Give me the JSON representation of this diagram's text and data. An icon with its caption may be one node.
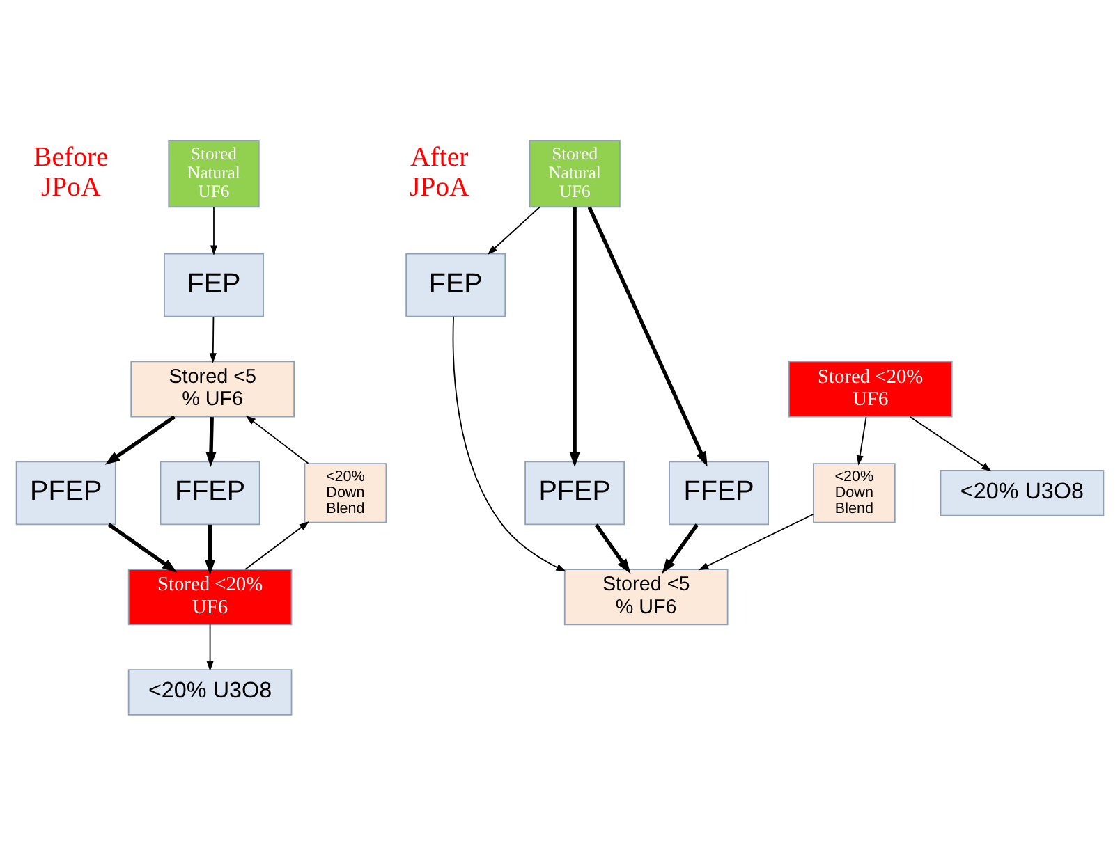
{
  "diagram": {
    "nodes": [
      {
        "text": [
          "Stored Natural UF6"
        ]
      },
      {
        "text": [
          "FEP"
        ]
      },
      {
        "text": [
          "Stored <5 % UF6"
        ]
      },
      {
        "text": [
          "PFEP"
        ]
      },
      {
        "text": [
          "FFEP"
        ]
      },
      {
        "text": [
          "<20% Down Blend"
        ]
      },
      {
        "text": [
          "Stored <20% UF6"
        ]
      },
      {
        "text": [
          "<20% U3O8"
        ]
      },
      {
        "text": [
          "Stored Natural UF6"
        ]
      },
      {
        "text": [
          "FEP"
        ]
      },
      {
        "text": [
          "Stored <5 % UF6"
        ]
      },
      {
        "text": [
          "PFEP"
        ]
      },
      {
        "text": [
          "FFEP"
        ]
      },
      {
        "text": [
          "<20% Down Blend"
        ]
      },
      {
        "text": [
          "Stored <20% UF6"
        ]
      },
      {
        "text": [
          "<20% U3O8"
        ]
      }
    ],
    "edges": [
      {
        "from": 0,
        "to": 1,
        "arrow": "to"
      },
      {
        "from": 1,
        "to": 2,
        "arrow": "to"
      },
      {
        "from": 2,
        "to": 3,
        "arrow": "to",
        "style": "thick"
      },
      {
        "from": 2,
        "to": 4,
        "arrow": "to",
        "style": "thick"
      },
      {
        "from": 3,
        "to": 6,
        "arrow": "to",
        "style": "thick"
      },
      {
        "from": 4,
        "to": 6,
        "arrow": "to",
        "style": "thick"
      },
      {
        "from": 6,
        "to": 5,
        "arrow": "to"
      },
      {
        "from": 5,
        "to": 2,
        "arrow": "to"
      },
      {
        "from": 6,
        "to": 7,
        "arrow": "to"
      },
      {
        "from": 8,
        "to": 9,
        "arrow": "to"
      },
      {
        "from": 9,
        "to": 10,
        "arrow": "to"
      },
      {
        "from": 8,
        "to": 11,
        "arrow": "to",
        "style": "thick"
      },
      {
        "from": 8,
        "to": 12,
        "arrow": "to",
        "style": "thick"
      },
      {
        "from": 11,
        "to": 10,
        "arrow": "to",
        "style": "thick"
      },
      {
        "from": 12,
        "to": 10,
        "arrow": "to",
        "style": "thick"
      },
      {
        "from": 14,
        "to": 13,
        "arrow": "to"
      },
      {
        "from": 13,
        "to": 10,
        "arrow": "to"
      },
      {
        "from": 14,
        "to": 15,
        "arrow": "to"
      }
    ],
    "labels": [
      "Before JPoA",
      "After JPoA"
    ]
  }
}
